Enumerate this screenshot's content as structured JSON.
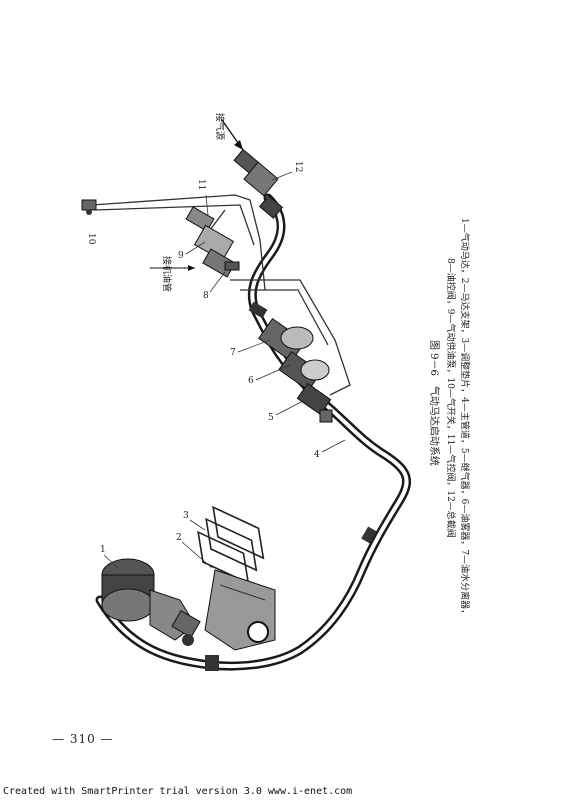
{
  "figure": {
    "title": "图 9－6　气动马达启动系统",
    "legend_line1": "1—气动马达，2—马达支架，3—调整垫片，4—主管道，5—继气器，6—油雾器，7—油水分离器，",
    "legend_line2": "8—油控阀，9—气动供油泵，10—气开关，11—气控阀，12—总截阀",
    "part_labels": [
      "1",
      "2",
      "3",
      "4",
      "5",
      "6",
      "7",
      "8",
      "9",
      "10",
      "11",
      "12"
    ],
    "inlet_label": "接气源",
    "oil_label": "接机油管"
  },
  "page_number": "— 310 —",
  "footer": "Created with SmartPrinter trial version 3.0  www.i-enet.com"
}
